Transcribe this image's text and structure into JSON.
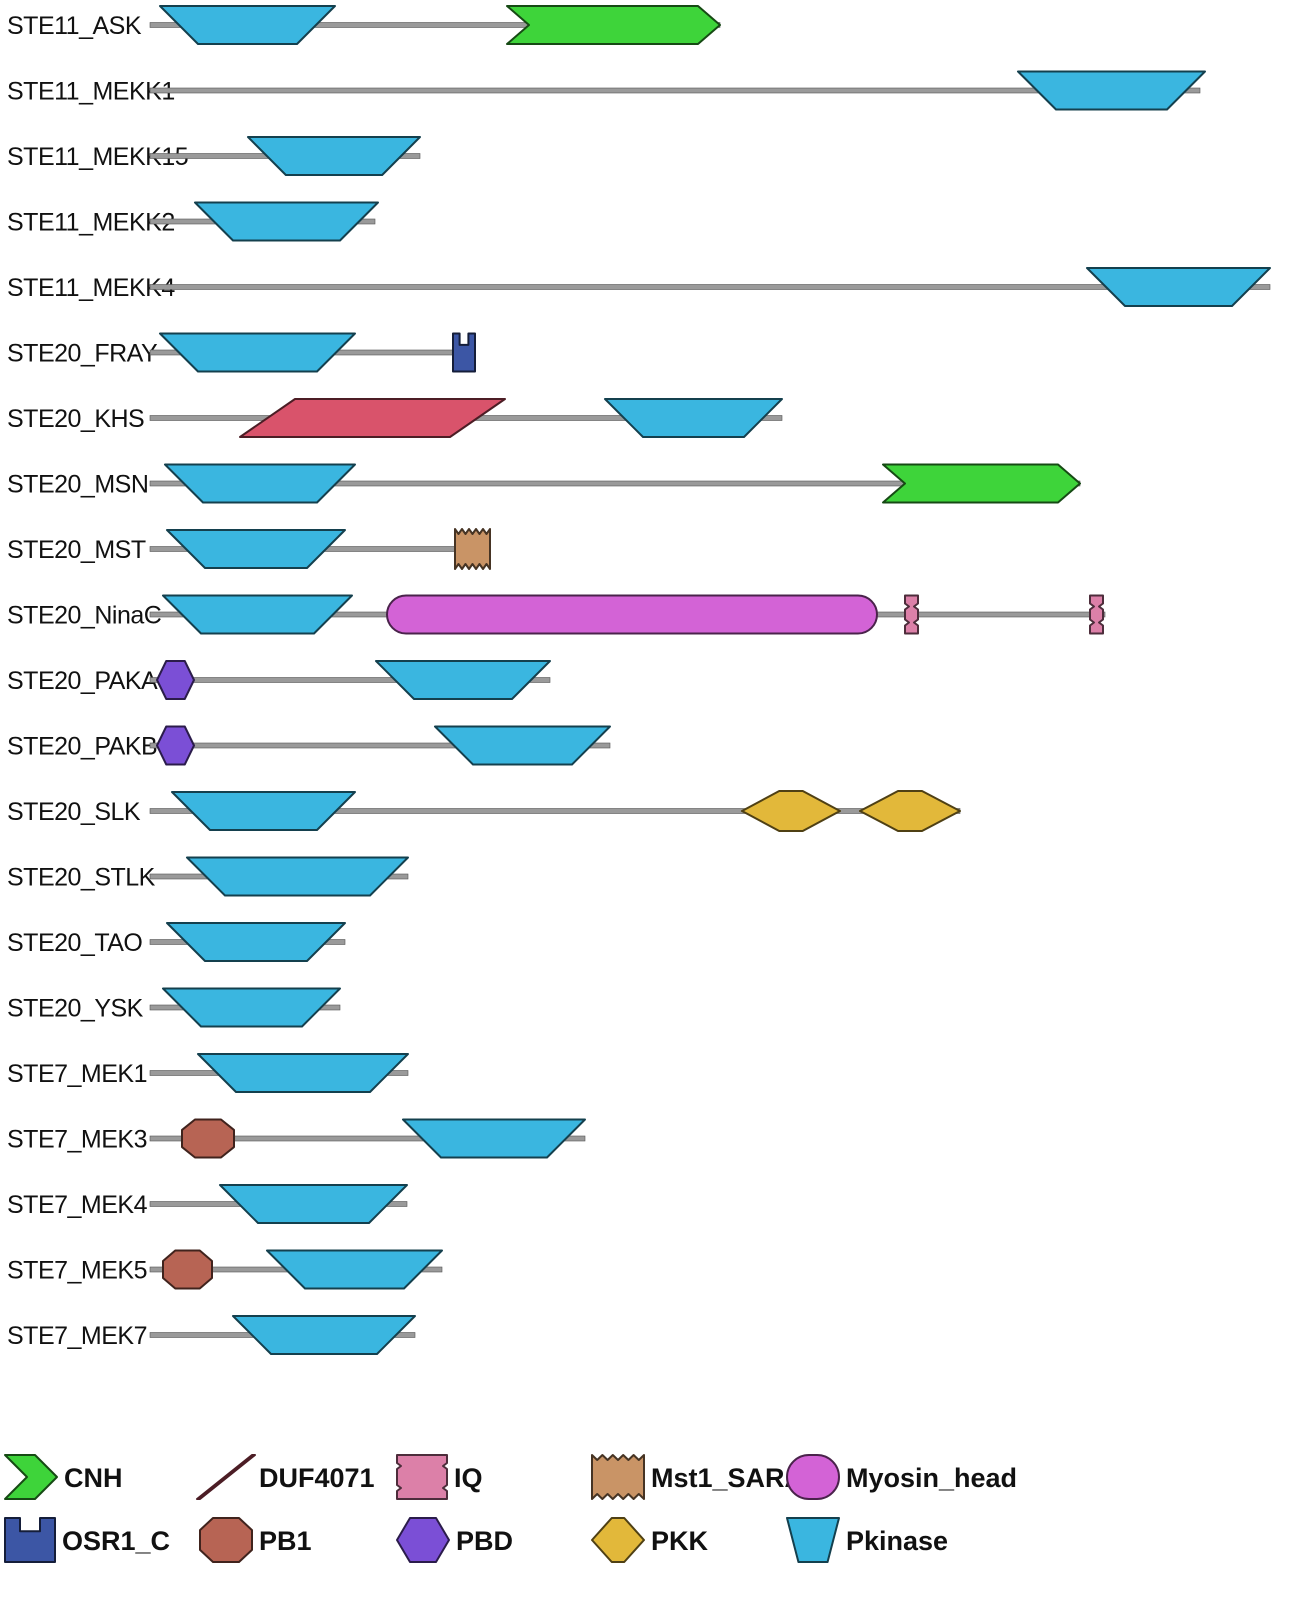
{
  "colors": {
    "CNH": "#3ed43a",
    "DUF4071": "#d9536b",
    "IQ": "#dc80a8",
    "Mst1_SARAH": "#c99466",
    "Myosin_head": "#d363d6",
    "OSR1_C": "#3c56a5",
    "PB1": "#b76454",
    "PBD": "#7b4fd6",
    "PKK": "#e2b83a",
    "Pkinase": "#3ab6e0",
    "backbone": "#9a9a9a"
  },
  "shapes": {
    "CNH": "chevron-arrow",
    "DUF4071": "parallelogram",
    "IQ": "notched-box",
    "Mst1_SARAH": "zigzag-box",
    "Myosin_head": "rounded-pill",
    "OSR1_C": "u-block",
    "PB1": "octagon",
    "PBD": "hexagon",
    "PKK": "elongated-hexagon",
    "Pkinase": "inverted-trapezoid"
  },
  "proteins": [
    {
      "name": "STE11_ASK",
      "length": 570,
      "domains": [
        {
          "type": "Pkinase",
          "start": 10,
          "end": 185
        },
        {
          "type": "CNH",
          "start": 357,
          "end": 570
        }
      ]
    },
    {
      "name": "STE11_MEKK1",
      "length": 1050,
      "domains": [
        {
          "type": "Pkinase",
          "start": 868,
          "end": 1055
        }
      ]
    },
    {
      "name": "STE11_MEKK15",
      "length": 270,
      "domains": [
        {
          "type": "Pkinase",
          "start": 98,
          "end": 270
        }
      ]
    },
    {
      "name": "STE11_MEKK2",
      "length": 225,
      "domains": [
        {
          "type": "Pkinase",
          "start": 45,
          "end": 228
        }
      ]
    },
    {
      "name": "STE11_MEKK4",
      "length": 1120,
      "domains": [
        {
          "type": "Pkinase",
          "start": 937,
          "end": 1120
        }
      ]
    },
    {
      "name": "STE20_FRAY",
      "length": 325,
      "domains": [
        {
          "type": "Pkinase",
          "start": 10,
          "end": 205
        },
        {
          "type": "OSR1_C",
          "start": 303,
          "end": 325
        }
      ]
    },
    {
      "name": "STE20_KHS",
      "length": 632,
      "domains": [
        {
          "type": "DUF4071",
          "start": 90,
          "end": 355
        },
        {
          "type": "Pkinase",
          "start": 455,
          "end": 632
        }
      ]
    },
    {
      "name": "STE20_MSN",
      "length": 930,
      "domains": [
        {
          "type": "Pkinase",
          "start": 15,
          "end": 205
        },
        {
          "type": "CNH",
          "start": 733,
          "end": 930
        }
      ]
    },
    {
      "name": "STE20_MST",
      "length": 340,
      "domains": [
        {
          "type": "Pkinase",
          "start": 17,
          "end": 195
        },
        {
          "type": "Mst1_SARAH",
          "start": 305,
          "end": 340
        }
      ]
    },
    {
      "name": "STE20_NinaC",
      "length": 955,
      "domains": [
        {
          "type": "Pkinase",
          "start": 13,
          "end": 202
        },
        {
          "type": "Myosin_head",
          "start": 237,
          "end": 727
        },
        {
          "type": "IQ",
          "start": 755,
          "end": 768
        },
        {
          "type": "IQ",
          "start": 940,
          "end": 953
        }
      ]
    },
    {
      "name": "STE20_PAKA",
      "length": 400,
      "domains": [
        {
          "type": "PBD",
          "start": 7,
          "end": 44
        },
        {
          "type": "Pkinase",
          "start": 226,
          "end": 400
        }
      ]
    },
    {
      "name": "STE20_PAKB",
      "length": 460,
      "domains": [
        {
          "type": "PBD",
          "start": 7,
          "end": 44
        },
        {
          "type": "Pkinase",
          "start": 285,
          "end": 460
        }
      ]
    },
    {
      "name": "STE20_SLK",
      "length": 810,
      "domains": [
        {
          "type": "Pkinase",
          "start": 22,
          "end": 205
        },
        {
          "type": "PKK",
          "start": 592,
          "end": 690
        },
        {
          "type": "PKK",
          "start": 710,
          "end": 810
        }
      ]
    },
    {
      "name": "STE20_STLK",
      "length": 258,
      "domains": [
        {
          "type": "Pkinase",
          "start": 37,
          "end": 258
        }
      ]
    },
    {
      "name": "STE20_TAO",
      "length": 195,
      "domains": [
        {
          "type": "Pkinase",
          "start": 17,
          "end": 195
        }
      ]
    },
    {
      "name": "STE20_YSK",
      "length": 190,
      "domains": [
        {
          "type": "Pkinase",
          "start": 13,
          "end": 190
        }
      ]
    },
    {
      "name": "STE7_MEK1",
      "length": 258,
      "domains": [
        {
          "type": "Pkinase",
          "start": 48,
          "end": 258
        }
      ]
    },
    {
      "name": "STE7_MEK3",
      "length": 435,
      "domains": [
        {
          "type": "PB1",
          "start": 32,
          "end": 84
        },
        {
          "type": "Pkinase",
          "start": 253,
          "end": 435
        }
      ]
    },
    {
      "name": "STE7_MEK4",
      "length": 257,
      "domains": [
        {
          "type": "Pkinase",
          "start": 70,
          "end": 257
        }
      ]
    },
    {
      "name": "STE7_MEK5",
      "length": 292,
      "domains": [
        {
          "type": "PB1",
          "start": 13,
          "end": 62
        },
        {
          "type": "Pkinase",
          "start": 117,
          "end": 292
        }
      ]
    },
    {
      "name": "STE7_MEK7",
      "length": 265,
      "domains": [
        {
          "type": "Pkinase",
          "start": 83,
          "end": 265
        }
      ]
    }
  ],
  "legend": [
    {
      "type": "CNH",
      "label": "CNH"
    },
    {
      "type": "DUF4071",
      "label": "DUF4071"
    },
    {
      "type": "IQ",
      "label": "IQ"
    },
    {
      "type": "Mst1_SARAH",
      "label": "Mst1_SARAH"
    },
    {
      "type": "Myosin_head",
      "label": "Myosin_head"
    },
    {
      "type": "OSR1_C",
      "label": "OSR1_C"
    },
    {
      "type": "PB1",
      "label": "PB1"
    },
    {
      "type": "PBD",
      "label": "PBD"
    },
    {
      "type": "PKK",
      "label": "PKK"
    },
    {
      "type": "Pkinase",
      "label": "Pkinase"
    }
  ]
}
